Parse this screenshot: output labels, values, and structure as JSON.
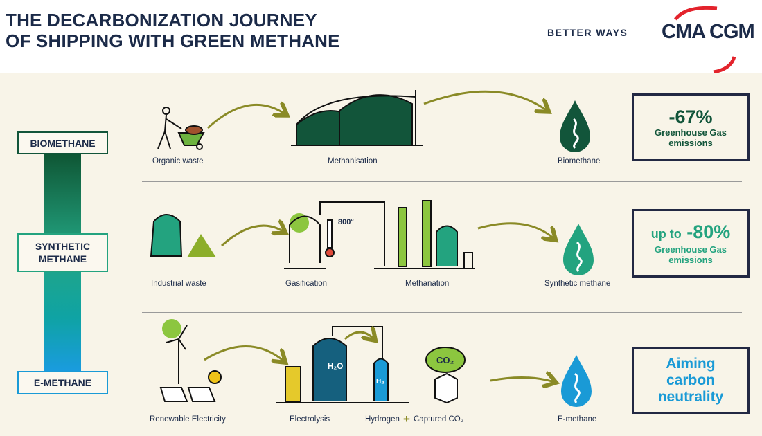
{
  "header": {
    "title_line1": "THE DECARBONIZATION JOURNEY",
    "title_line2": "OF SHIPPING WITH GREEN METHANE",
    "tagline": "BETTER WAYS",
    "brand": "CMA CGM"
  },
  "levels": [
    {
      "label": "BIOMETHANE",
      "color": "#12553a"
    },
    {
      "label_line1": "SYNTHETIC",
      "label_line2": "METHANE",
      "color": "#23a37f"
    },
    {
      "label": "E-METHANE",
      "color": "#1a9ad6"
    }
  ],
  "rows": {
    "biomethane": {
      "steps": [
        "Organic waste",
        "Methanisation",
        "Biomethane"
      ],
      "result": {
        "value": "-67%",
        "line1": "Greenhouse Gas",
        "line2": "emissions"
      }
    },
    "synthetic": {
      "steps": [
        "Industrial waste",
        "Gasification",
        "Methanation",
        "Synthetic methane"
      ],
      "temperature": "800°",
      "result": {
        "prefix": "up to",
        "value": "-80%",
        "line1": "Greenhouse Gas",
        "line2": "emissions"
      }
    },
    "emethane": {
      "steps": [
        "Renewable Electricity",
        "Electrolysis",
        "Hydrogen",
        "+",
        "Captured CO₂",
        "E-methane"
      ],
      "tank_labels": [
        "H₂O",
        "H₂",
        "CO₂"
      ],
      "result": {
        "line1": "Aiming",
        "line2": "carbon",
        "line3": "neutrality"
      }
    }
  }
}
